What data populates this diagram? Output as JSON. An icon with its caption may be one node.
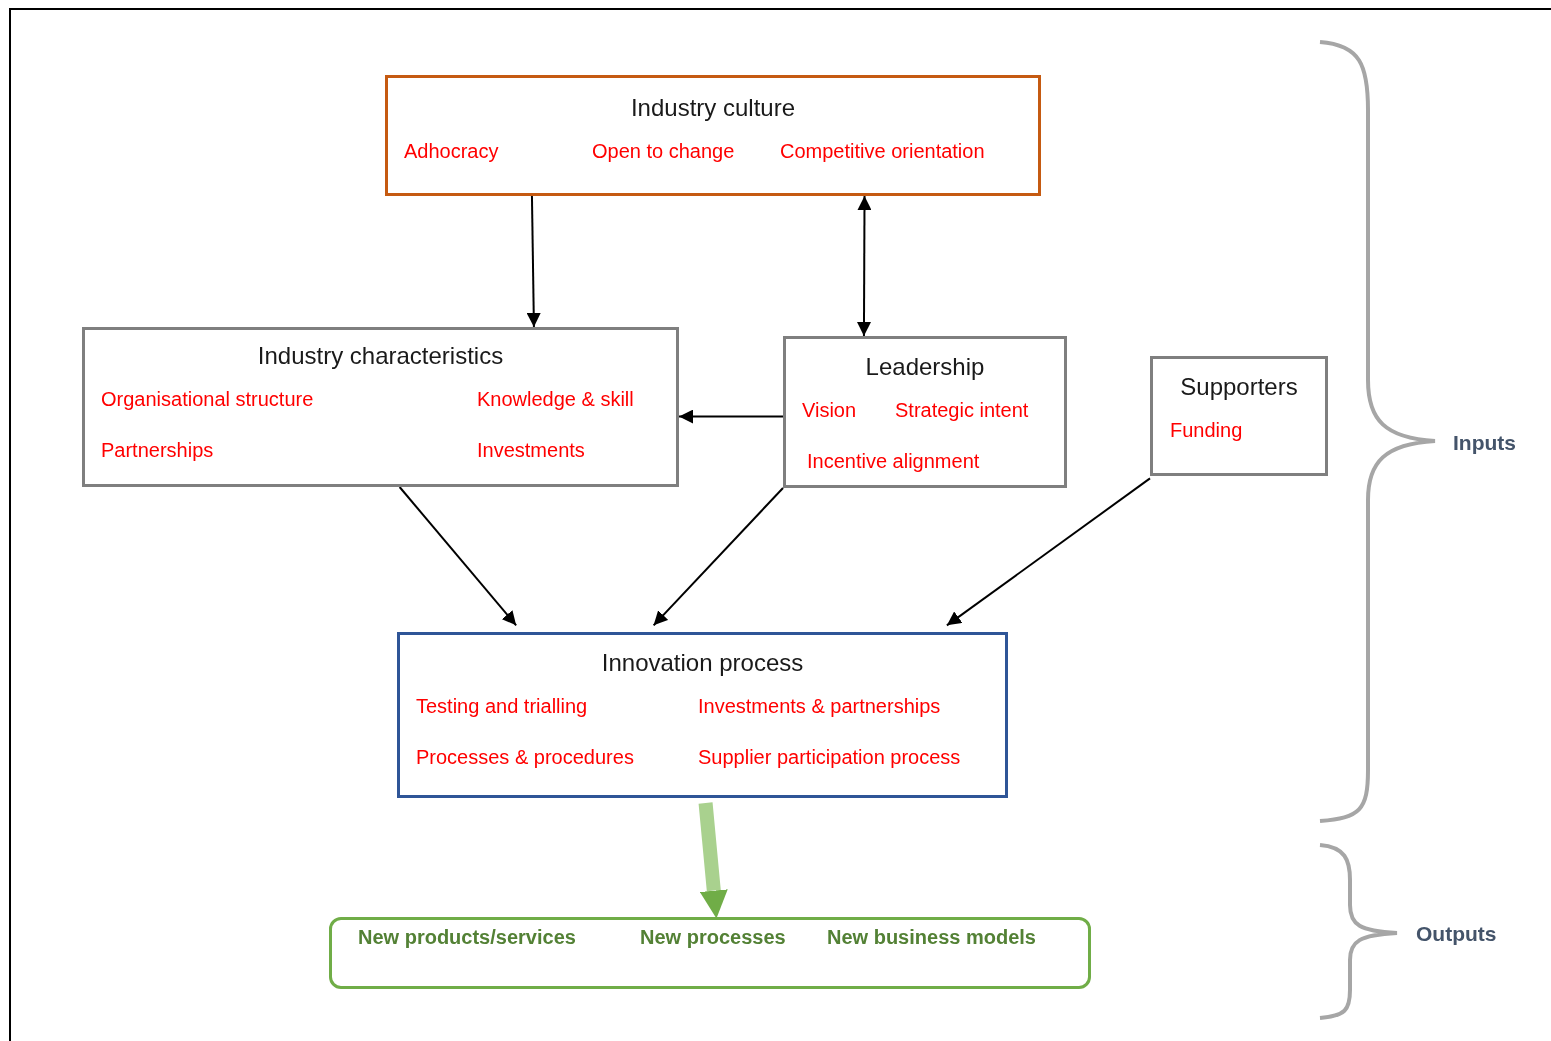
{
  "diagram": {
    "nodes": [
      {
        "text": [
          "Industry culture",
          "Adhocracy",
          "Open to change",
          "Competitive orientation"
        ]
      },
      {
        "text": [
          "Industry characteristics",
          "Organisational structure",
          "Knowledge & skill",
          "Partnerships",
          "Investments"
        ]
      },
      {
        "text": [
          "Leadership",
          "Vision",
          "Strategic intent",
          "Incentive alignment"
        ]
      },
      {
        "text": [
          "Supporters",
          "Funding"
        ]
      },
      {
        "text": [
          "Innovation process",
          "Testing and trialling",
          "Investments & partnerships",
          "Processes & procedures",
          "Supplier participation process"
        ]
      },
      {
        "text": [
          "New products/services",
          "New processes",
          "New business models"
        ]
      }
    ],
    "edges": [
      {
        "from": 0,
        "to": 1,
        "arrow": "to"
      },
      {
        "from": 0,
        "to": 2,
        "arrow": "both"
      },
      {
        "from": 2,
        "to": 1,
        "arrow": "to"
      },
      {
        "from": 1,
        "to": 4,
        "arrow": "to"
      },
      {
        "from": 2,
        "to": 4,
        "arrow": "to"
      },
      {
        "from": 3,
        "to": 4,
        "arrow": "to"
      },
      {
        "from": 4,
        "to": 5,
        "arrow": "to",
        "style": "thick",
        "color": "#a9d18e"
      }
    ],
    "labels": [
      "Inputs",
      "Outputs"
    ]
  }
}
